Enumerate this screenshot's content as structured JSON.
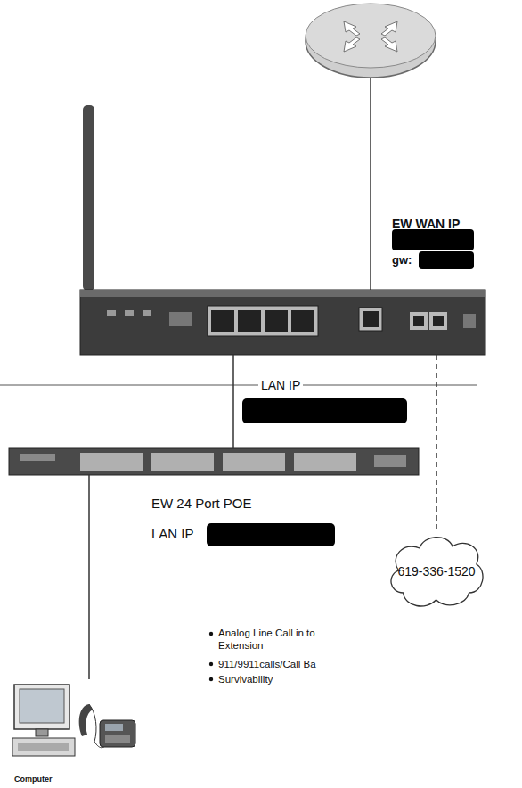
{
  "diagram": {
    "nodes": [
      {
        "text": [
          "EW WAN IP",
          "gw:"
        ]
      },
      {
        "text": [
          "EW 24 Port POE",
          "LAN IP"
        ]
      },
      {
        "text": [
          "619-336-1520"
        ]
      },
      {
        "text": [
          "Computer"
        ]
      }
    ],
    "edges": [
      {
        "from": 0,
        "to": 1,
        "arrow": "none",
        "label": "LAN IP"
      },
      {
        "from": 0,
        "to": 2,
        "arrow": "none"
      },
      {
        "from": 1,
        "to": 3,
        "arrow": "none"
      }
    ],
    "labels": [
      "Analog Line Call in to Extension",
      "911/9911calls/Call Ba",
      "Survivability"
    ]
  }
}
